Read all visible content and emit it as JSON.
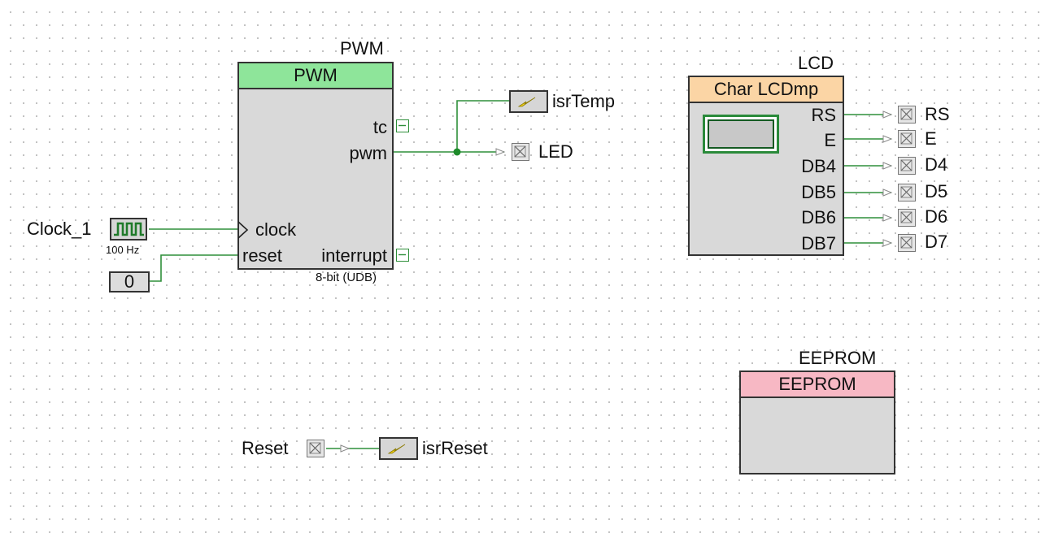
{
  "pwm": {
    "instance_name": "PWM",
    "type_title": "PWM",
    "pins": {
      "tc": "tc",
      "pwm": "pwm",
      "clock": "clock",
      "reset": "reset",
      "interrupt": "interrupt"
    },
    "subtitle": "8-bit (UDB)",
    "header_color": "#8ee59a"
  },
  "lcd": {
    "instance_name": "LCD",
    "type_title": "Char LCDmp",
    "pins": [
      "RS",
      "E",
      "DB4",
      "DB5",
      "DB6",
      "DB7"
    ],
    "ports": [
      "RS",
      "E",
      "D4",
      "D5",
      "D6",
      "D7"
    ],
    "header_color": "#fbd5a5"
  },
  "eeprom": {
    "instance_name": "EEPROM",
    "type_title": "EEPROM",
    "header_color": "#f7b8c4"
  },
  "clock": {
    "name": "Clock_1",
    "frequency": "100 Hz"
  },
  "reset_constant": {
    "value": "0"
  },
  "isr_temp": {
    "label": "isrTemp"
  },
  "isr_reset": {
    "label": "isrReset"
  },
  "led_port": {
    "label": "LED"
  },
  "reset_port": {
    "label": "Reset"
  },
  "colors": {
    "wire": "#2f8f3a",
    "junction": "#1d8a2a",
    "canvas_dots": "#b9b9b9"
  },
  "icons": {
    "clock": "square-wave-icon",
    "isr": "lightning-icon",
    "port": "pin-x-icon"
  }
}
